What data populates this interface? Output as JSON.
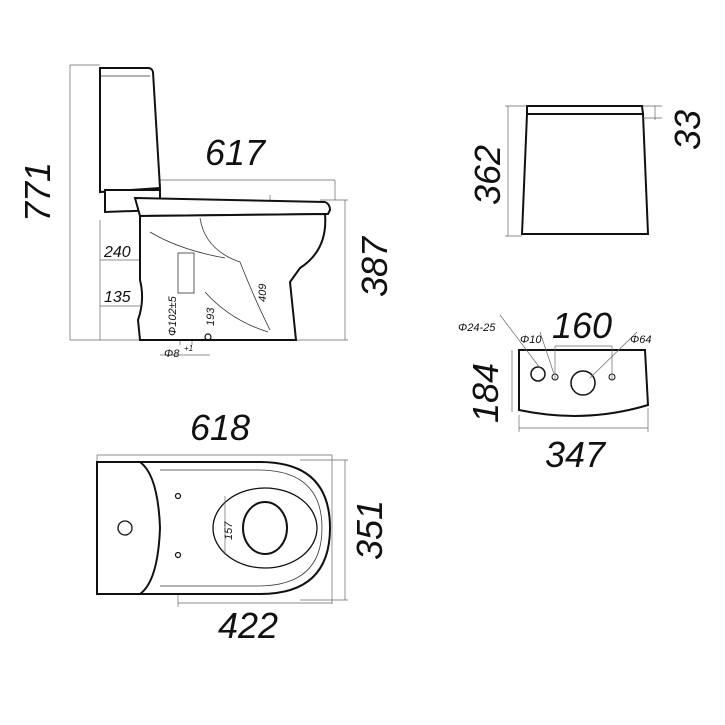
{
  "side_view": {
    "height": "771",
    "depth": "617",
    "seat_height": "387",
    "rough_in": "240",
    "pipe_height": "135",
    "outlet_diameter": "Φ102±5",
    "outlet_offset": "193",
    "bowl_height": "409",
    "hole_diameter": "Φ8",
    "hole_tolerance": "+1"
  },
  "tank_front": {
    "height": "362",
    "lid_height": "33"
  },
  "tank_top": {
    "hole_spacing": "160",
    "depth": "184",
    "width": "347",
    "hole_a": "Φ24-25",
    "hole_b": "Φ10",
    "hole_c": "Φ64"
  },
  "top_view": {
    "length": "618",
    "width": "351",
    "bowl_length": "422",
    "hole_spacing": "157"
  }
}
